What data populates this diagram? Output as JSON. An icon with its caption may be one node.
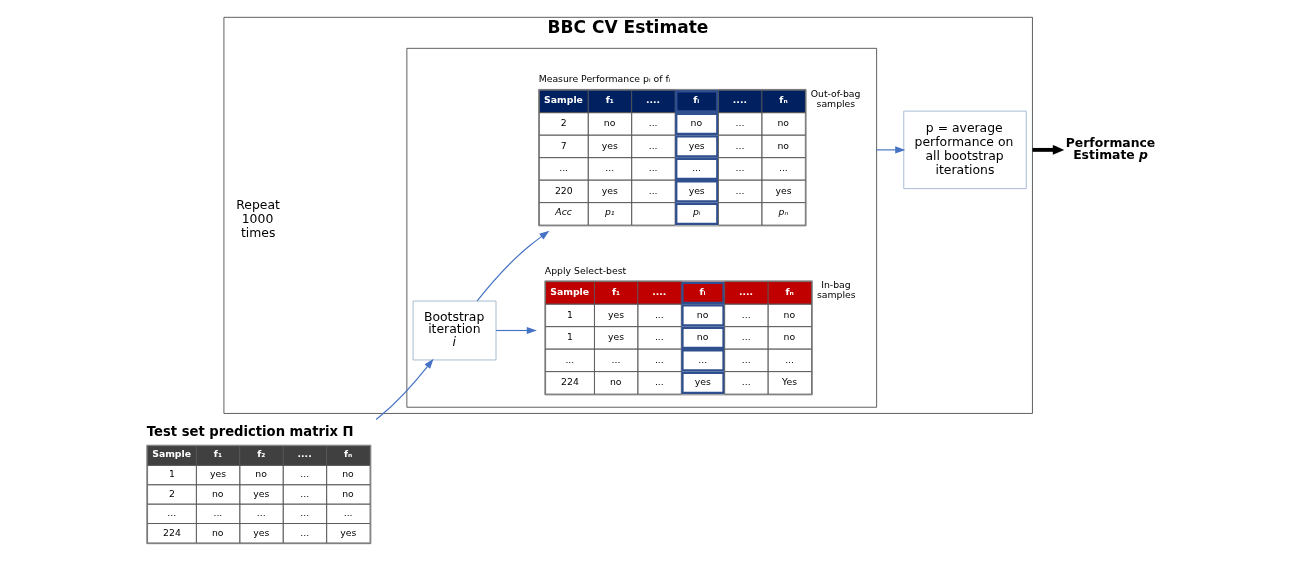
{
  "diagram": {
    "nodes": [
      {
        "text": [
          "BBC CV Estimate"
        ]
      },
      {
        "text": [
          "Test set prediction matrix Π",
          "Sample",
          "f₁",
          "f₂",
          "....",
          "fₙ",
          "1",
          "yes",
          "no",
          "...",
          "no",
          "2",
          "no",
          "yes",
          "...",
          "no",
          "...",
          "...",
          "...",
          "...",
          "...",
          "224",
          "no",
          "yes",
          "...",
          "yes"
        ]
      },
      {
        "text": [],
        "shape": "box",
        "in": 0
      },
      {
        "text": [
          "Bootstrap iteration *i*"
        ],
        "in": 2
      },
      {
        "text": [
          "Apply Select-best",
          "Sample",
          "f₁",
          "....",
          "fᵢ",
          "....",
          "fₙ",
          "1",
          "yes",
          "...",
          "no",
          "...",
          "no",
          "1",
          "yes",
          "...",
          "no",
          "...",
          "no",
          "...",
          "...",
          "...",
          "...",
          "...",
          "...",
          "224",
          "no",
          "...",
          "yes",
          "...",
          "Yes"
        ],
        "beside": [
          "In-bag samples"
        ],
        "in": 2
      },
      {
        "text": [
          "Measure Performance pᵢ of fᵢ",
          "Sample",
          "f₁",
          "....",
          "fᵢ",
          "....",
          "fₙ",
          "2",
          "no",
          "...",
          "no",
          "...",
          "no",
          "7",
          "yes",
          "...",
          "yes",
          "...",
          "no",
          "...",
          "...",
          "...",
          "...",
          "...",
          "...",
          "220",
          "yes",
          "...",
          "yes",
          "...",
          "yes",
          "Acc",
          "p₁",
          "pᵢ",
          "pₙ"
        ],
        "beside": [
          "Out-of-bag samples"
        ],
        "in": 2
      },
      {
        "text": [
          "p = average performance on all bootstrap iterations"
        ],
        "in": 0
      },
      {
        "text": [
          "Performance Estimate *p*"
        ]
      }
    ],
    "edges": [
      {
        "from": 1,
        "to": 3,
        "arrow": "to"
      },
      {
        "from": 3,
        "to": 4,
        "arrow": "to"
      },
      {
        "from": 3,
        "to": 5,
        "arrow": "to"
      },
      {
        "from": 2,
        "to": 6,
        "arrow": "to"
      },
      {
        "from": 0,
        "to": 7,
        "arrow": "to",
        "style": "thick",
        "color": "#000000"
      }
    ],
    "labels": [
      "Repeat 1000 times"
    ]
  }
}
